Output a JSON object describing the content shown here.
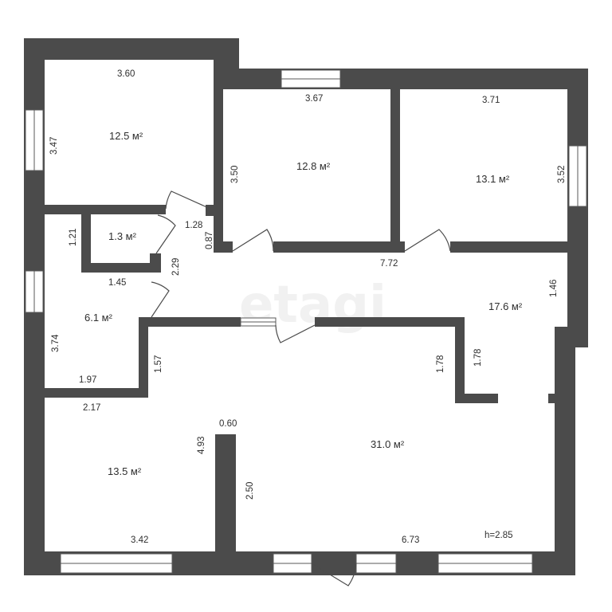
{
  "plan": {
    "watermark": "etagi",
    "ceiling_height": "h=2.85",
    "wall_color": "#4b4b4b",
    "rooms": [
      {
        "id": "bedroom-nw",
        "area": "12.5 м²"
      },
      {
        "id": "bedroom-n",
        "area": "12.8 м²"
      },
      {
        "id": "bedroom-ne",
        "area": "13.1 м²"
      },
      {
        "id": "toilet",
        "area": "1.3 м²"
      },
      {
        "id": "bathroom",
        "area": "6.1 м²"
      },
      {
        "id": "hall",
        "area": "17.6 м²"
      },
      {
        "id": "bedroom-sw",
        "area": "13.5 м²"
      },
      {
        "id": "living",
        "area": "31.0 м²"
      }
    ],
    "dimensions": [
      "3.60",
      "3.47",
      "3.67",
      "3.50",
      "3.71",
      "3.52",
      "1.28",
      "0.87",
      "1.21",
      "1.45",
      "2.29",
      "7.72",
      "1.46",
      "3.74",
      "1.97",
      "1.57",
      "1.78",
      "1.78",
      "2.17",
      "0.60",
      "4.93",
      "2.50",
      "3.42",
      "6.73"
    ]
  }
}
